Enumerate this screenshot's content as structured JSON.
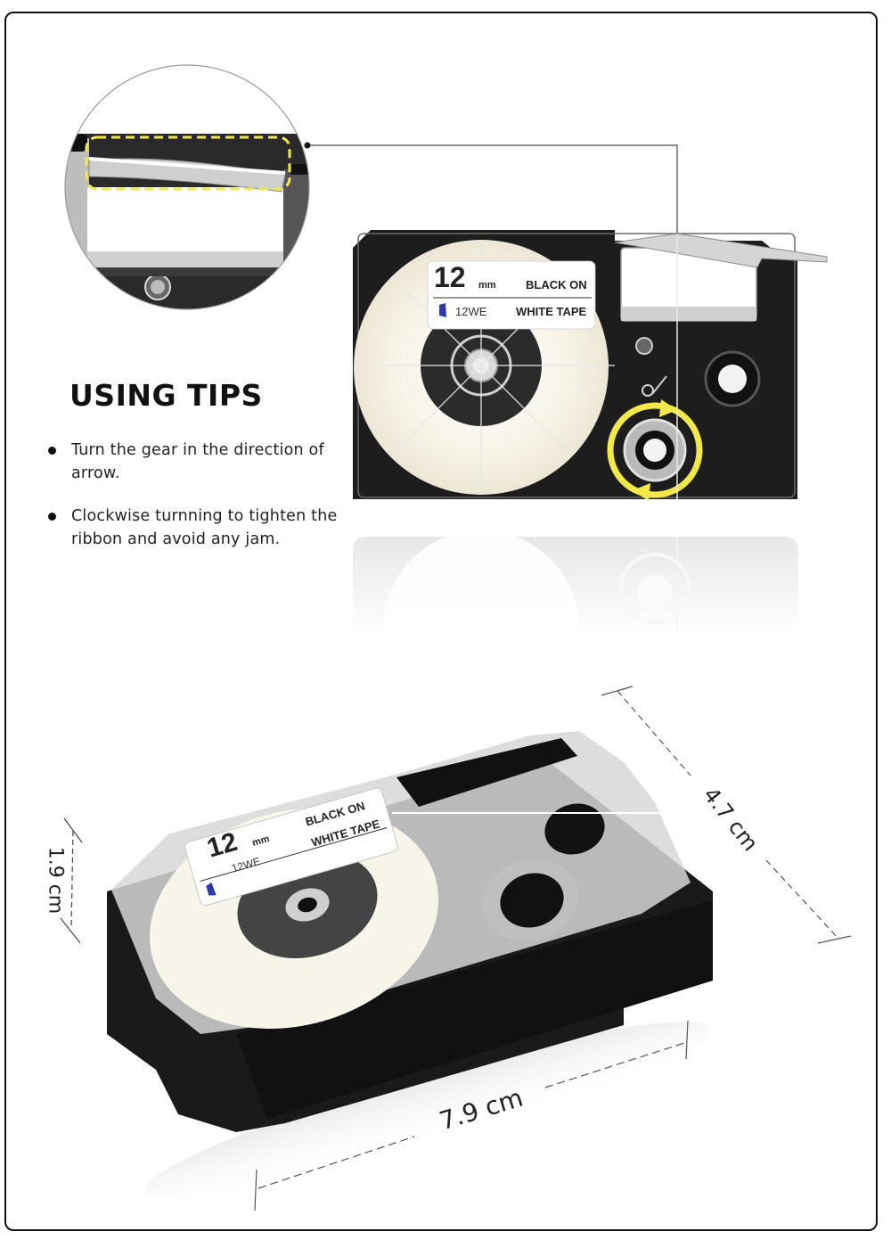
{
  "tips": {
    "title": "USING TIPS",
    "items": [
      "Turn the gear in the direction of arrow.",
      "Clockwise turnning to tighten the ribbon and avoid any jam."
    ]
  },
  "cartridge_label": {
    "width_value": "12",
    "width_unit": "mm",
    "model": "12WE",
    "line1": "BLACK ON",
    "line2": "WHITE TAPE",
    "logo_icon": "blue-bird-logo"
  },
  "dimensions": {
    "height": "1.9 cm",
    "depth": "4.7 cm",
    "length": "7.9 cm"
  },
  "colors": {
    "frame_border": "#111111",
    "highlight_yellow": "#f2e84a",
    "cartridge_black": "#1a1a1a",
    "label_blue": "#2b3aa8"
  }
}
